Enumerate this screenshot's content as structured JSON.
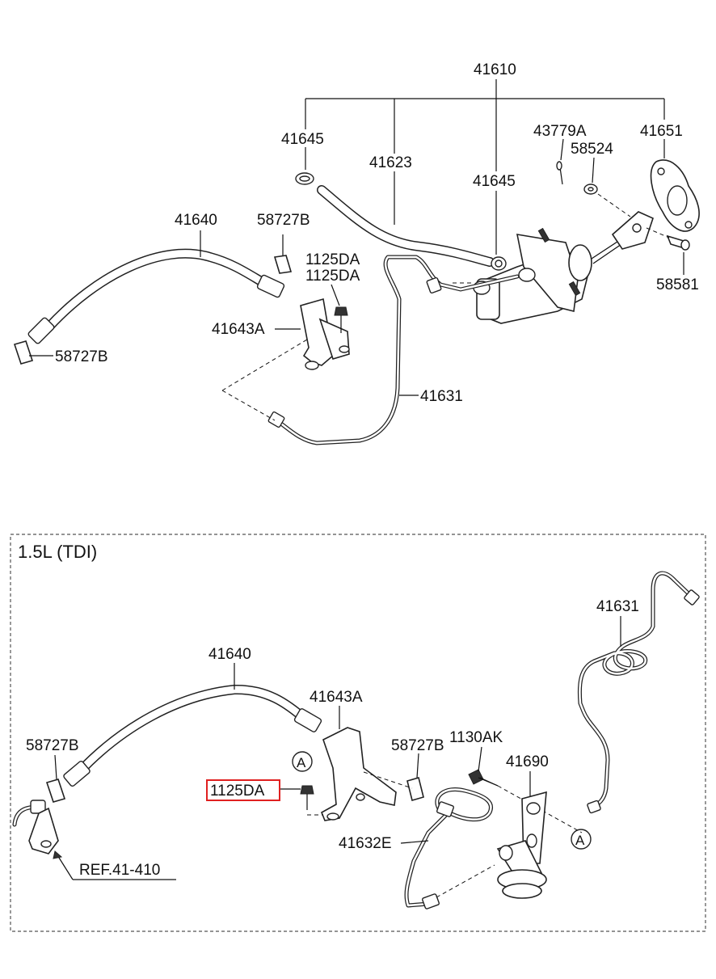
{
  "labels": {
    "p41610": "41610",
    "p41645_a": "41645",
    "p41623": "41623",
    "p43779A": "43779A",
    "p41651": "41651",
    "p58524": "58524",
    "p41645_b": "41645",
    "p41640_top": "41640",
    "p58727B_top_a": "58727B",
    "p1125DA_a": "1125DA",
    "p1125DA_b": "1125DA",
    "p41643A_top": "41643A",
    "p58727B_top_b": "58727B",
    "p41631_top": "41631",
    "p58581": "58581"
  },
  "variant": {
    "title": "1.5L (TDI)",
    "labels": {
      "p41631": "41631",
      "p41640": "41640",
      "p41643A": "41643A",
      "p58727B_a": "58727B",
      "p58727B_b": "58727B",
      "p1130AK": "1130AK",
      "p41690": "41690",
      "p1125DA": "1125DA",
      "p41632E": "41632E",
      "ref": "REF.41-410",
      "marker_a1": "A",
      "marker_a2": "A"
    },
    "highlight_color": "#e02020"
  }
}
